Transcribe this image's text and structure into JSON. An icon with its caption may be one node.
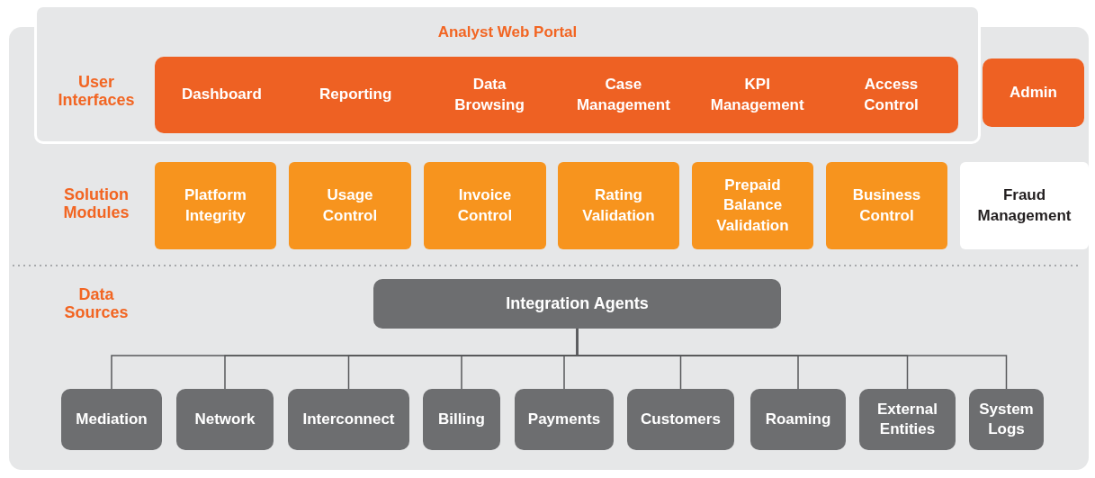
{
  "diagram": {
    "nodes": [
      {
        "text": [
          "Analyst Web Portal"
        ]
      },
      {
        "text": [
          "Dashboard",
          "Reporting",
          "Data Browsing",
          "Case Management",
          "KPI Management",
          "Access Control"
        ],
        "in": 0
      },
      {
        "text": [
          "Admin"
        ]
      },
      {
        "text": [
          "Platform Integrity"
        ]
      },
      {
        "text": [
          "Usage Control"
        ]
      },
      {
        "text": [
          "Invoice Control"
        ]
      },
      {
        "text": [
          "Rating Validation"
        ]
      },
      {
        "text": [
          "Prepaid Balance Validation"
        ]
      },
      {
        "text": [
          "Business Control"
        ]
      },
      {
        "text": [
          "Fraud Management"
        ]
      },
      {
        "text": [
          "Integration Agents"
        ]
      },
      {
        "text": [
          "Mediation"
        ]
      },
      {
        "text": [
          "Network"
        ]
      },
      {
        "text": [
          "Interconnect"
        ]
      },
      {
        "text": [
          "Billing"
        ]
      },
      {
        "text": [
          "Payments"
        ]
      },
      {
        "text": [
          "Customers"
        ]
      },
      {
        "text": [
          "Roaming"
        ]
      },
      {
        "text": [
          "External Entities"
        ]
      },
      {
        "text": [
          "System Logs"
        ]
      }
    ],
    "edges": [
      {
        "from": 10,
        "to": 11,
        "arrow": "none"
      },
      {
        "from": 10,
        "to": 12,
        "arrow": "none"
      },
      {
        "from": 10,
        "to": 13,
        "arrow": "none"
      },
      {
        "from": 10,
        "to": 14,
        "arrow": "none"
      },
      {
        "from": 10,
        "to": 15,
        "arrow": "none"
      },
      {
        "from": 10,
        "to": 16,
        "arrow": "none"
      },
      {
        "from": 10,
        "to": 17,
        "arrow": "none"
      },
      {
        "from": 10,
        "to": 18,
        "arrow": "none"
      },
      {
        "from": 10,
        "to": 19,
        "arrow": "none"
      }
    ],
    "labels": [
      "User Interfaces",
      "Solution Modules",
      "Data Sources"
    ]
  }
}
